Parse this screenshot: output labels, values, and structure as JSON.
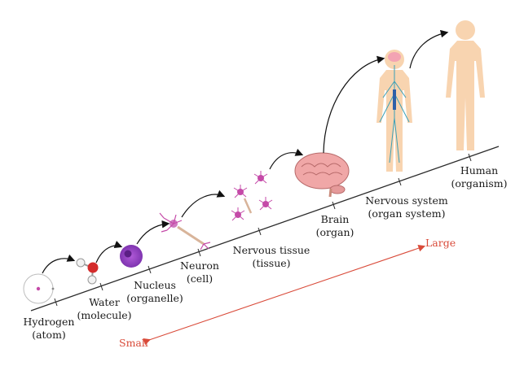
{
  "levels": [
    {
      "name": "Hydrogen",
      "sub": "(atom)"
    },
    {
      "name": "Water",
      "sub": "(molecule)"
    },
    {
      "name": "Nucleus",
      "sub": "(organelle)"
    },
    {
      "name": "Neuron",
      "sub": "(cell)"
    },
    {
      "name": "Nervous tissue",
      "sub": "(tissue)"
    },
    {
      "name": "Brain",
      "sub": "(organ)"
    },
    {
      "name": "Nervous system",
      "sub": "(organ system)"
    },
    {
      "name": "Human",
      "sub": "(organism)"
    }
  ],
  "scale": {
    "small": "Small",
    "large": "Large"
  },
  "colors": {
    "axis": "#2b2b2b",
    "scale_arrow": "#d94b3a",
    "neuron": "#c54aa8",
    "nucleus": "#8e3fbf",
    "brain": "#f0a7a7",
    "body": "#f8d4b0",
    "nerves": "#3aa0b8"
  }
}
